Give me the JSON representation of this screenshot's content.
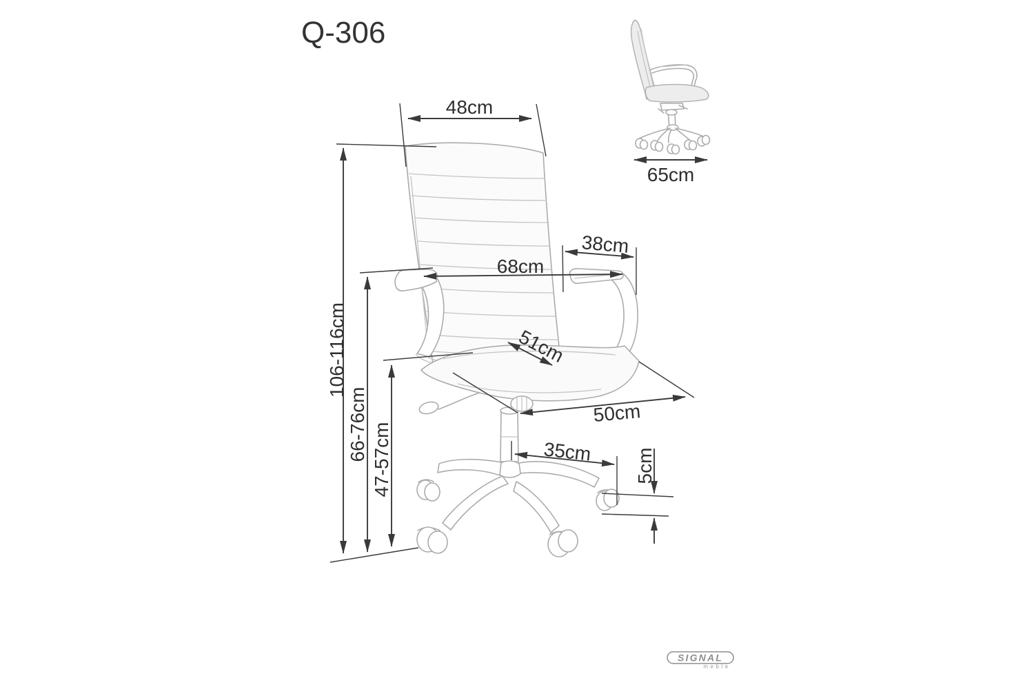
{
  "title": "Q-306",
  "views": {
    "front": {
      "dimensions": {
        "backrest_width": "48cm",
        "armrest_length": "38cm",
        "overall_width": "68cm",
        "seat_depth": "51cm",
        "seat_width": "50cm",
        "base_arm_reach": "35cm",
        "caster_height": "5cm",
        "overall_height": "106-116cm",
        "armrest_height": "66-76cm",
        "seat_height": "47-57cm"
      }
    },
    "side": {
      "dimensions": {
        "overall_depth": "65cm"
      }
    }
  },
  "logo": {
    "brand": "SIGNAL",
    "subtitle": "meble"
  },
  "colors": {
    "background": "#ffffff",
    "drawing_line": "#ababab",
    "seam_line": "#c4c4c4",
    "dimension_line": "#3a3a3a",
    "label_text": "#2e2e2e",
    "logo_gray": "#8e8e8e"
  }
}
